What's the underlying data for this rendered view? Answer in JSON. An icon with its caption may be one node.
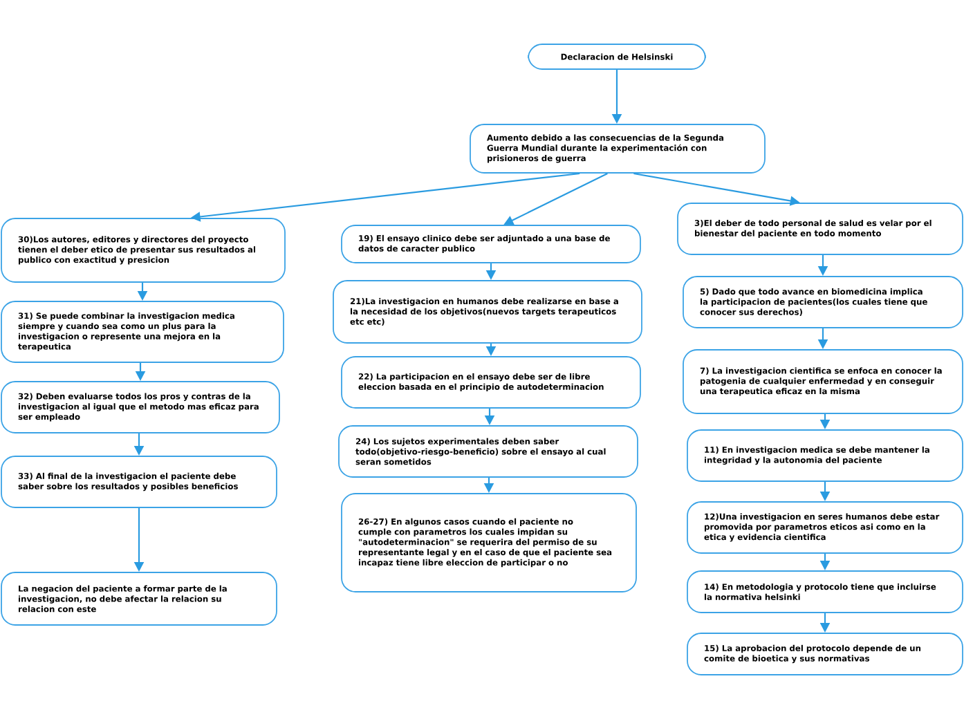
{
  "diagram": {
    "nodes": [
      {
        "text": [
          "Declaracion de Helsinski"
        ]
      },
      {
        "text": [
          "Aumento debido a las consecuencias de la Segunda Guerra Mundial durante la experimentación con prisioneros de guerra"
        ]
      },
      {
        "text": [
          "30)Los autores, editores y directores del proyecto tienen el deber etico de presentar sus resultados al publico con exactitud y presicion"
        ]
      },
      {
        "text": [
          "31) Se puede combinar la investigacion medica siempre y cuando sea como un plus para la investigacion o represente una mejora en la terapeutica"
        ]
      },
      {
        "text": [
          "32) Deben evaluarse todos los pros y contras de la investigacion al igual que el metodo mas eficaz para ser empleado"
        ]
      },
      {
        "text": [
          "33) Al final de la investigacion el paciente debe saber sobre los resultados y posibles beneficios"
        ]
      },
      {
        "text": [
          "La negacion del paciente a formar parte de la investigacion, no debe afectar la relacion su relacion con este"
        ]
      },
      {
        "text": [
          "19) El ensayo clinico debe ser adjuntado a una base de datos de caracter publico"
        ]
      },
      {
        "text": [
          "21)La investigacion en humanos debe realizarse en base a la necesidad de los objetivos(nuevos targets terapeuticos etc etc)"
        ]
      },
      {
        "text": [
          "22) La participacion en el ensayo debe ser de libre eleccion basada en el principio de autodeterminacion"
        ]
      },
      {
        "text": [
          "24) Los sujetos experimentales deben saber todo(objetivo-riesgo-beneficio) sobre el ensayo al cual seran sometidos"
        ]
      },
      {
        "text": [
          "26-27) En algunos casos cuando el paciente no cumple con parametros los cuales impidan su \"autodeterminacion\" se requerira del permiso de su representante legal y en el caso de que el paciente sea incapaz tiene libre eleccion de participar o no"
        ]
      },
      {
        "text": [
          "3)El deber de todo personal de salud es velar por el bienestar del paciente en todo momento"
        ]
      },
      {
        "text": [
          "5) Dado que todo avance en biomedicina implica la participacion de pacientes(los cuales tiene que conocer sus derechos)"
        ]
      },
      {
        "text": [
          "7) La investigacion cientifica se enfoca en conocer la patogenia de cualquier enfermedad y en conseguir una terapeutica eficaz en la misma"
        ]
      },
      {
        "text": [
          "11) En investigacion medica se debe mantener la integridad y la autonomia del paciente"
        ]
      },
      {
        "text": [
          "12)Una investigacion en seres humanos debe estar promovida por parametros eticos asi como en la etica y evidencia cientifica"
        ]
      },
      {
        "text": [
          "14) En metodologia y protocolo tiene que incluirse la normativa helsinki"
        ]
      },
      {
        "text": [
          "15) La aprobacion del protocolo depende de un comite de bioetica y sus normativas"
        ]
      }
    ],
    "edges": [
      {
        "from": 0,
        "to": 1,
        "arrow": "to"
      },
      {
        "from": 1,
        "to": 2,
        "arrow": "to"
      },
      {
        "from": 1,
        "to": 7,
        "arrow": "to"
      },
      {
        "from": 1,
        "to": 12,
        "arrow": "to"
      },
      {
        "from": 2,
        "to": 3,
        "arrow": "to"
      },
      {
        "from": 3,
        "to": 4,
        "arrow": "to"
      },
      {
        "from": 4,
        "to": 5,
        "arrow": "to"
      },
      {
        "from": 5,
        "to": 6,
        "arrow": "to"
      },
      {
        "from": 7,
        "to": 8,
        "arrow": "to"
      },
      {
        "from": 8,
        "to": 9,
        "arrow": "to"
      },
      {
        "from": 9,
        "to": 10,
        "arrow": "to"
      },
      {
        "from": 10,
        "to": 11,
        "arrow": "to"
      },
      {
        "from": 12,
        "to": 13,
        "arrow": "to"
      },
      {
        "from": 13,
        "to": 14,
        "arrow": "to"
      },
      {
        "from": 14,
        "to": 15,
        "arrow": "to"
      },
      {
        "from": 15,
        "to": 16,
        "arrow": "to"
      },
      {
        "from": 16,
        "to": 17,
        "arrow": "to"
      },
      {
        "from": 17,
        "to": 18,
        "arrow": "to"
      }
    ]
  }
}
